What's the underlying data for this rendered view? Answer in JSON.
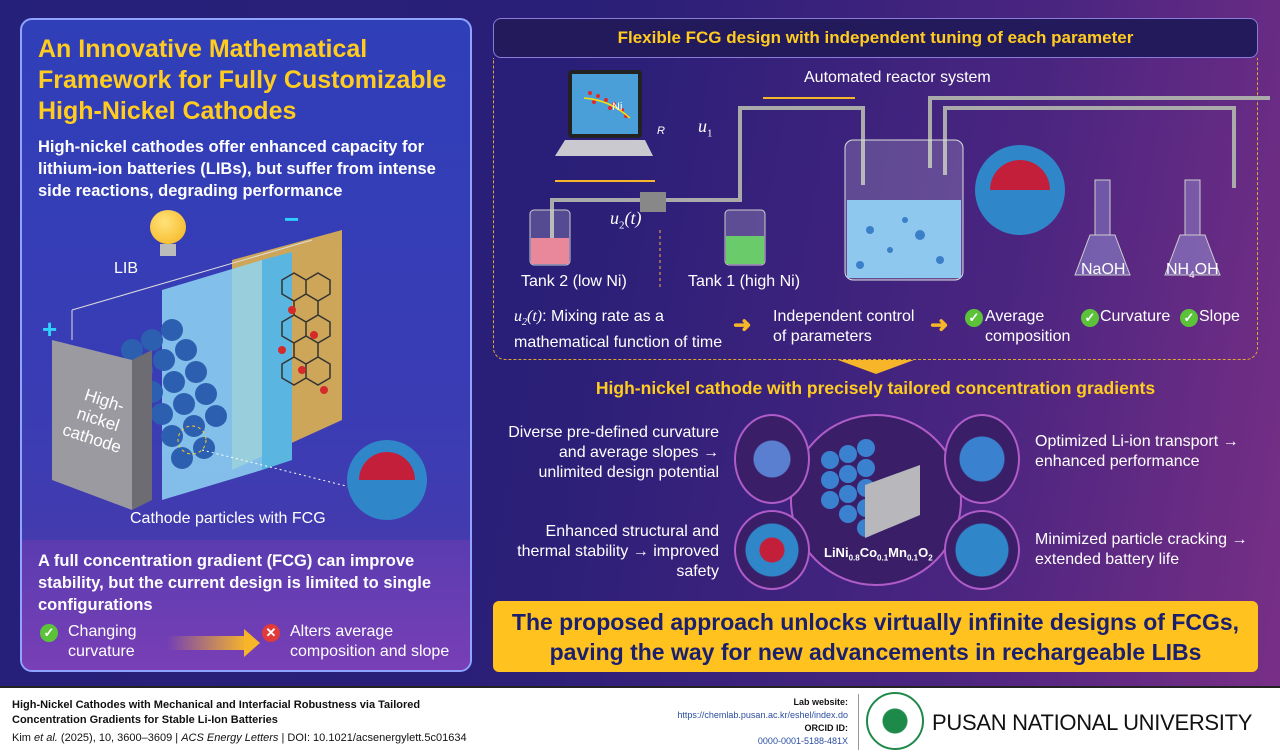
{
  "left_panel": {
    "title": "An Innovative Mathematical Framework for Fully Customizable High-Nickel Cathodes",
    "subtitle": "High-nickel cathodes offer enhanced capacity for lithium-ion batteries (LIBs), but suffer from intense side reactions, degrading performance",
    "lib_label": "LIB",
    "plus": "+",
    "minus": "−",
    "cathode_label": "High-nickel cathode",
    "particles_caption": "Cathode particles with FCG",
    "bottom_text": "A full concentration gradient (FCG) can improve stability, but the current design is limited to single configurations",
    "changing_curvature": "Changing curvature",
    "alters": "Alters average composition and slope"
  },
  "top_right": {
    "header": "Flexible FCG design with independent tuning of each parameter",
    "reactor_label": "Automated reactor system",
    "laptop_y": "Ni",
    "laptop_x": "R",
    "u1": "u",
    "u1_sub": "1",
    "u2": "u",
    "u2_sub": "2",
    "u2_arg": "(t)",
    "tank2": "Tank 2 (low Ni)",
    "tank1": "Tank 1 (high Ni)",
    "naoh": "NaOH",
    "nh4oh_a": "NH",
    "nh4oh_sub": "4",
    "nh4oh_b": "OH",
    "mixing_rest": ": Mixing rate as a mathematical function of time",
    "independent": "Independent control of parameters",
    "checks": [
      "Average composition",
      "Curvature",
      "Slope"
    ]
  },
  "middle": {
    "heading": "High-nickel cathode with precisely tailored concentration gradients",
    "benefit_tl": "Diverse pre-defined curvature and average slopes → unlimited design potential",
    "benefit_bl": "Enhanced structural and thermal stability → improved safety",
    "benefit_tr": "Optimized Li-ion transport → enhanced performance",
    "benefit_br": "Minimized particle cracking → extended battery life",
    "formula": [
      "LiNi",
      "0.8",
      "Co",
      "0.1",
      "Mn",
      "0.1",
      "O",
      "2"
    ]
  },
  "banner": "The proposed approach unlocks virtually infinite designs of FCGs, paving the way for new advancements in rechargeable LIBs",
  "footer": {
    "paper_title": "High-Nickel Cathodes with Mechanical and Interfacial Robustness via Tailored Concentration Gradients for Stable Li-Ion Batteries",
    "citation_a": "Kim ",
    "citation_etal": "et al.",
    "citation_b": " (2025), 10, 3600–3609 | ",
    "citation_journal": "ACS Energy Letters",
    "citation_c": " | DOI: 10.1021/acsenergylett.5c01634",
    "lab_label": "Lab website:",
    "lab_url": "https://chemlab.pusan.ac.kr/eshel/index.do",
    "orcid_label": "ORCID ID:",
    "orcid": "0000-0001-5188-481X",
    "university": "PUSAN NATIONAL UNIVERSITY"
  },
  "colors": {
    "accent_yellow": "#ffcc1f",
    "check_green": "#5cc23a",
    "x_red": "#e03a3a",
    "navy": "#1a1f6e"
  }
}
